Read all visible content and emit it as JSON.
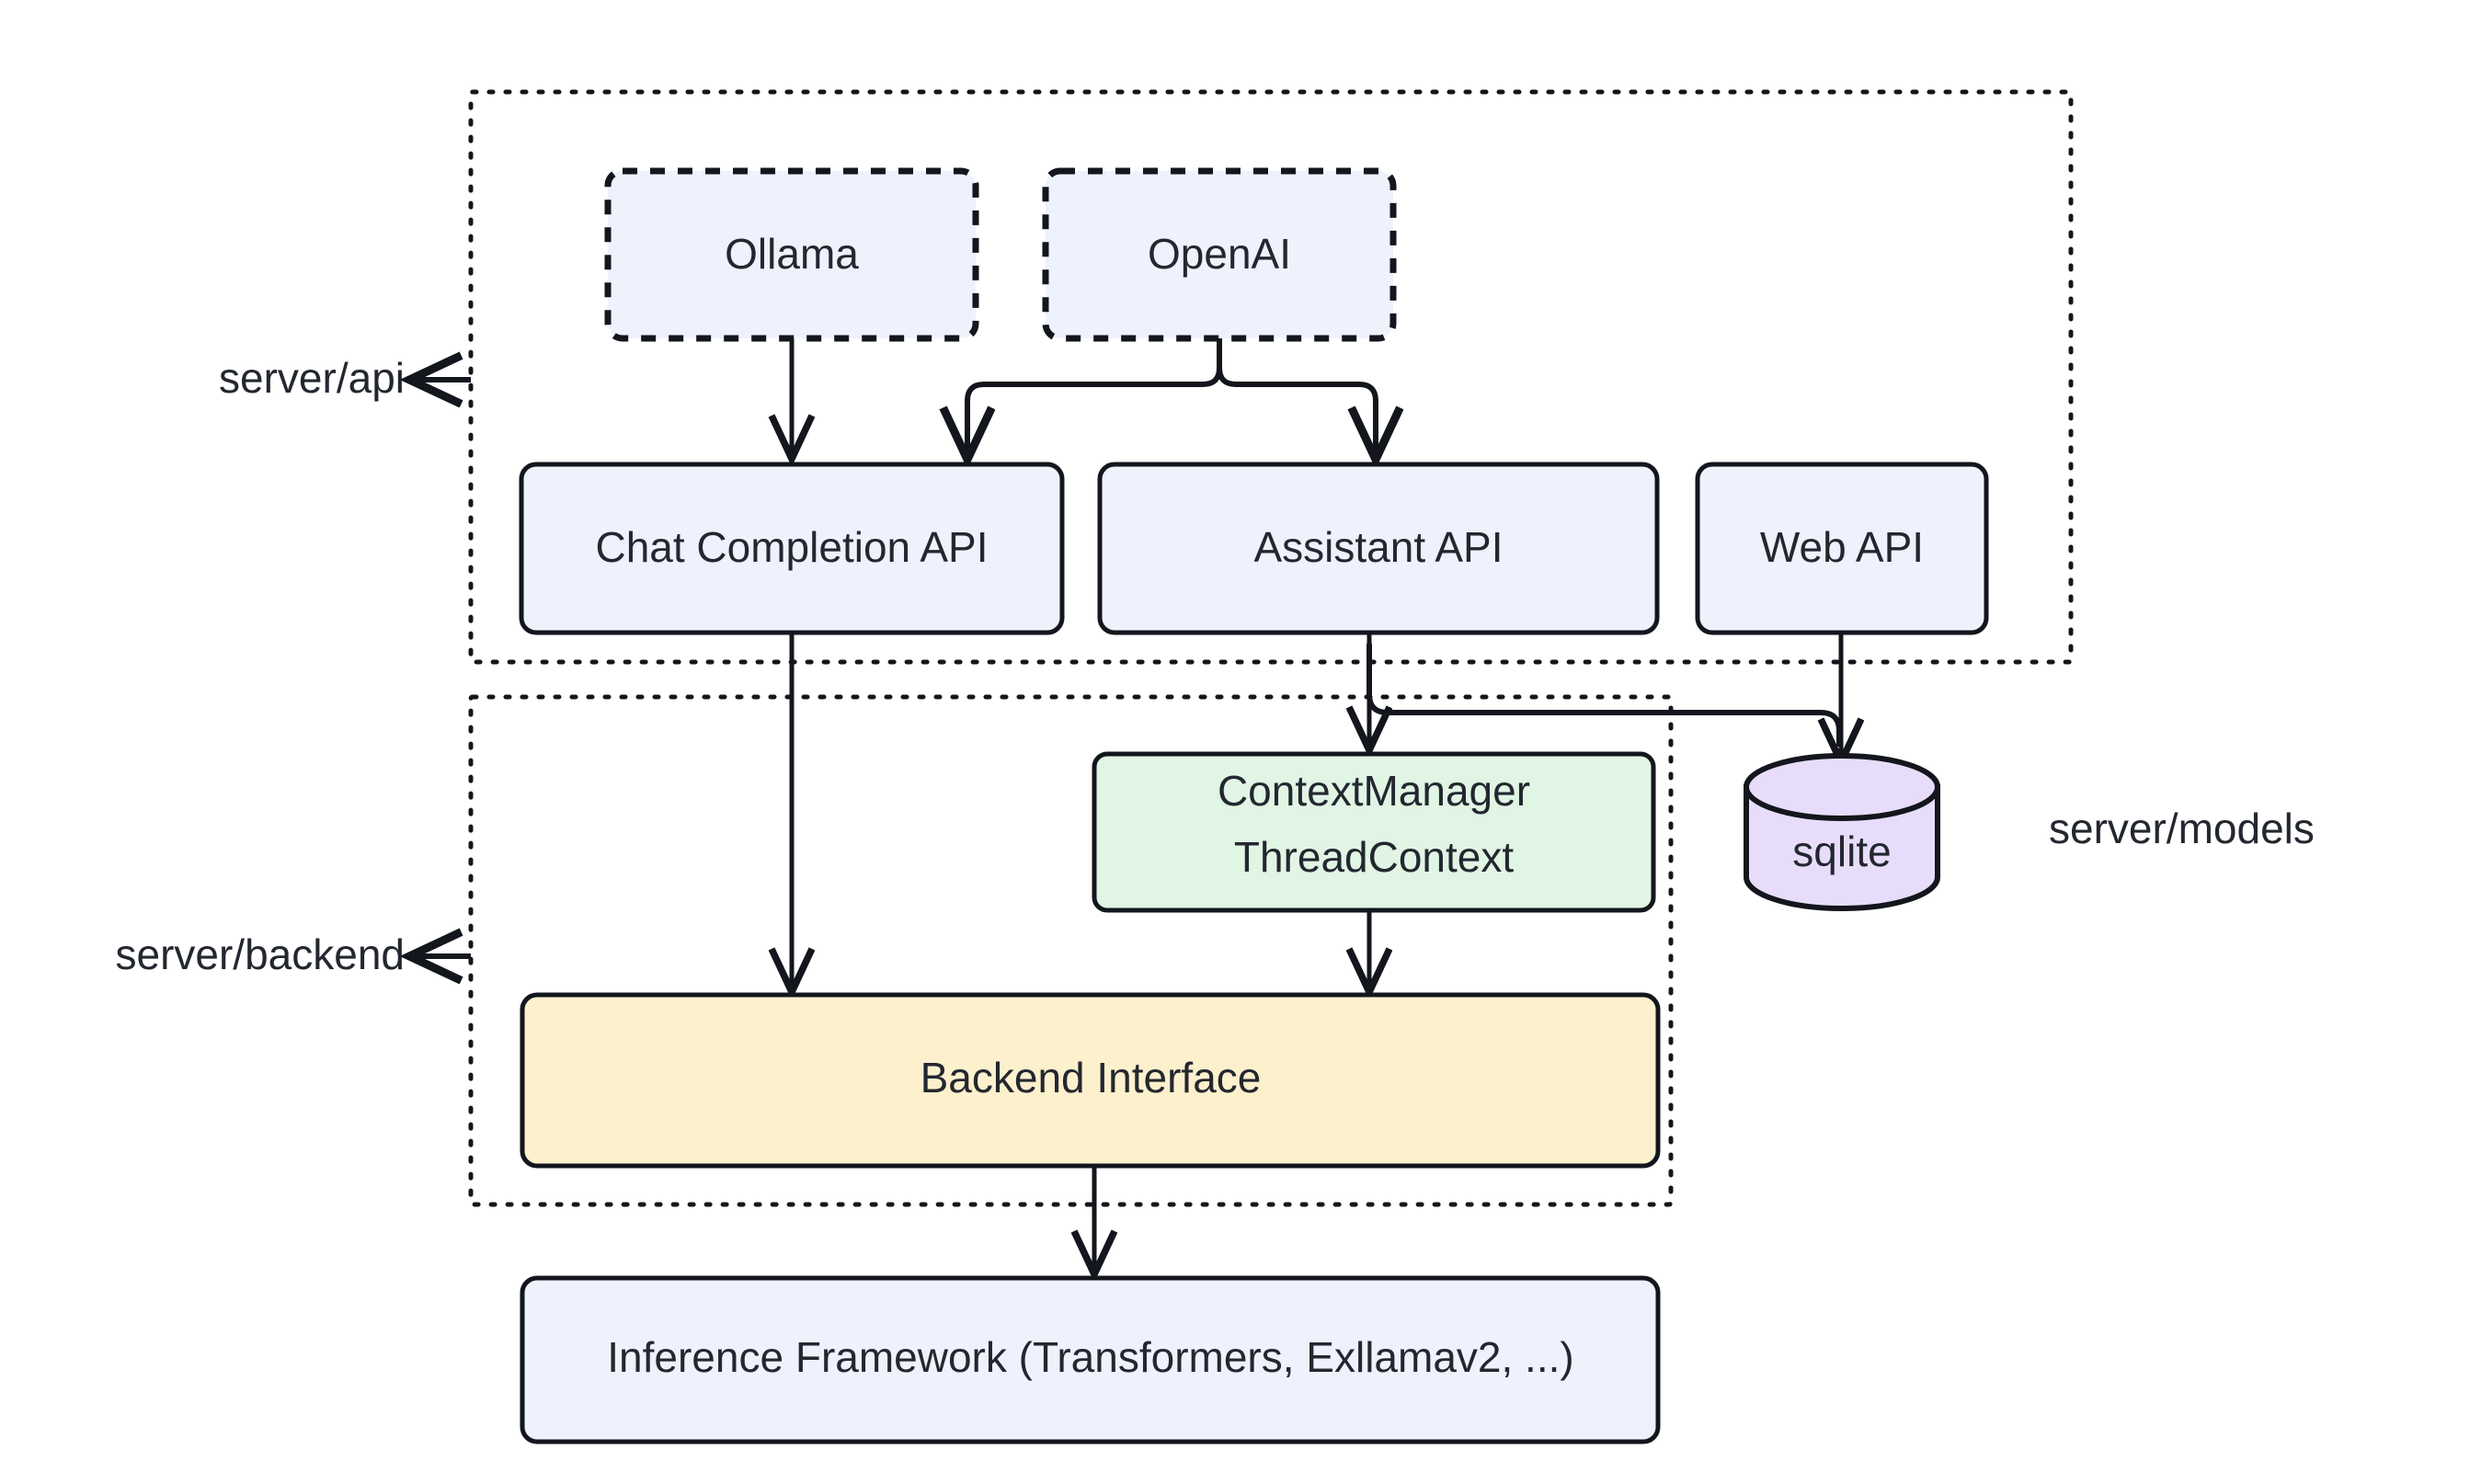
{
  "diagram": {
    "title": "Server architecture diagram",
    "background": "#ffffff",
    "colors": {
      "box_blue_fill": "#eef2fc",
      "box_green_fill": "#e0f5e4",
      "box_yellow_fill": "#fdf0cd",
      "cylinder_purple_fill": "#e7ddfa",
      "stroke": "#13161c",
      "text": "#23272f"
    },
    "groups": [
      {
        "id": "api",
        "label": "server/api",
        "label_side": "left",
        "style": "dotted"
      },
      {
        "id": "backend",
        "label": "server/backend",
        "label_side": "left",
        "style": "dotted"
      },
      {
        "id": "models",
        "label": "server/models",
        "label_side": "right",
        "style": "none"
      }
    ],
    "nodes": [
      {
        "id": "ollama",
        "label": "Ollama",
        "shape": "rounded-rect",
        "border": "dashed",
        "fill": "blue"
      },
      {
        "id": "openai",
        "label": "OpenAI",
        "shape": "rounded-rect",
        "border": "dashed",
        "fill": "blue"
      },
      {
        "id": "chat_api",
        "label": "Chat Completion API",
        "shape": "rounded-rect",
        "border": "solid",
        "fill": "blue"
      },
      {
        "id": "assist_api",
        "label": "Assistant API",
        "shape": "rounded-rect",
        "border": "solid",
        "fill": "blue"
      },
      {
        "id": "web_api",
        "label": "Web API",
        "shape": "rounded-rect",
        "border": "solid",
        "fill": "blue"
      },
      {
        "id": "ctx_mgr",
        "label_line1": "ContextManager",
        "label_line2": "ThreadContext",
        "shape": "rounded-rect",
        "border": "solid",
        "fill": "green"
      },
      {
        "id": "sqlite",
        "label": "sqlite",
        "shape": "cylinder",
        "border": "solid",
        "fill": "purple"
      },
      {
        "id": "backend_if",
        "label": "Backend Interface",
        "shape": "rounded-rect",
        "border": "solid",
        "fill": "yellow"
      },
      {
        "id": "inference",
        "label": "Inference Framework (Transformers, Exllamav2, ...)",
        "shape": "rounded-rect",
        "border": "solid",
        "fill": "blue"
      }
    ],
    "edges": [
      {
        "from": "ollama",
        "to": "chat_api",
        "arrow": true
      },
      {
        "from": "openai",
        "to": "chat_api",
        "arrow": true
      },
      {
        "from": "openai",
        "to": "assist_api",
        "arrow": true
      },
      {
        "from": "chat_api",
        "to": "backend_if",
        "arrow": true
      },
      {
        "from": "assist_api",
        "to": "ctx_mgr",
        "arrow": true
      },
      {
        "from": "assist_api",
        "to": "sqlite",
        "arrow": true
      },
      {
        "from": "web_api",
        "to": "sqlite",
        "arrow": true
      },
      {
        "from": "ctx_mgr",
        "to": "backend_if",
        "arrow": true
      },
      {
        "from": "backend_if",
        "to": "inference",
        "arrow": true
      }
    ]
  }
}
